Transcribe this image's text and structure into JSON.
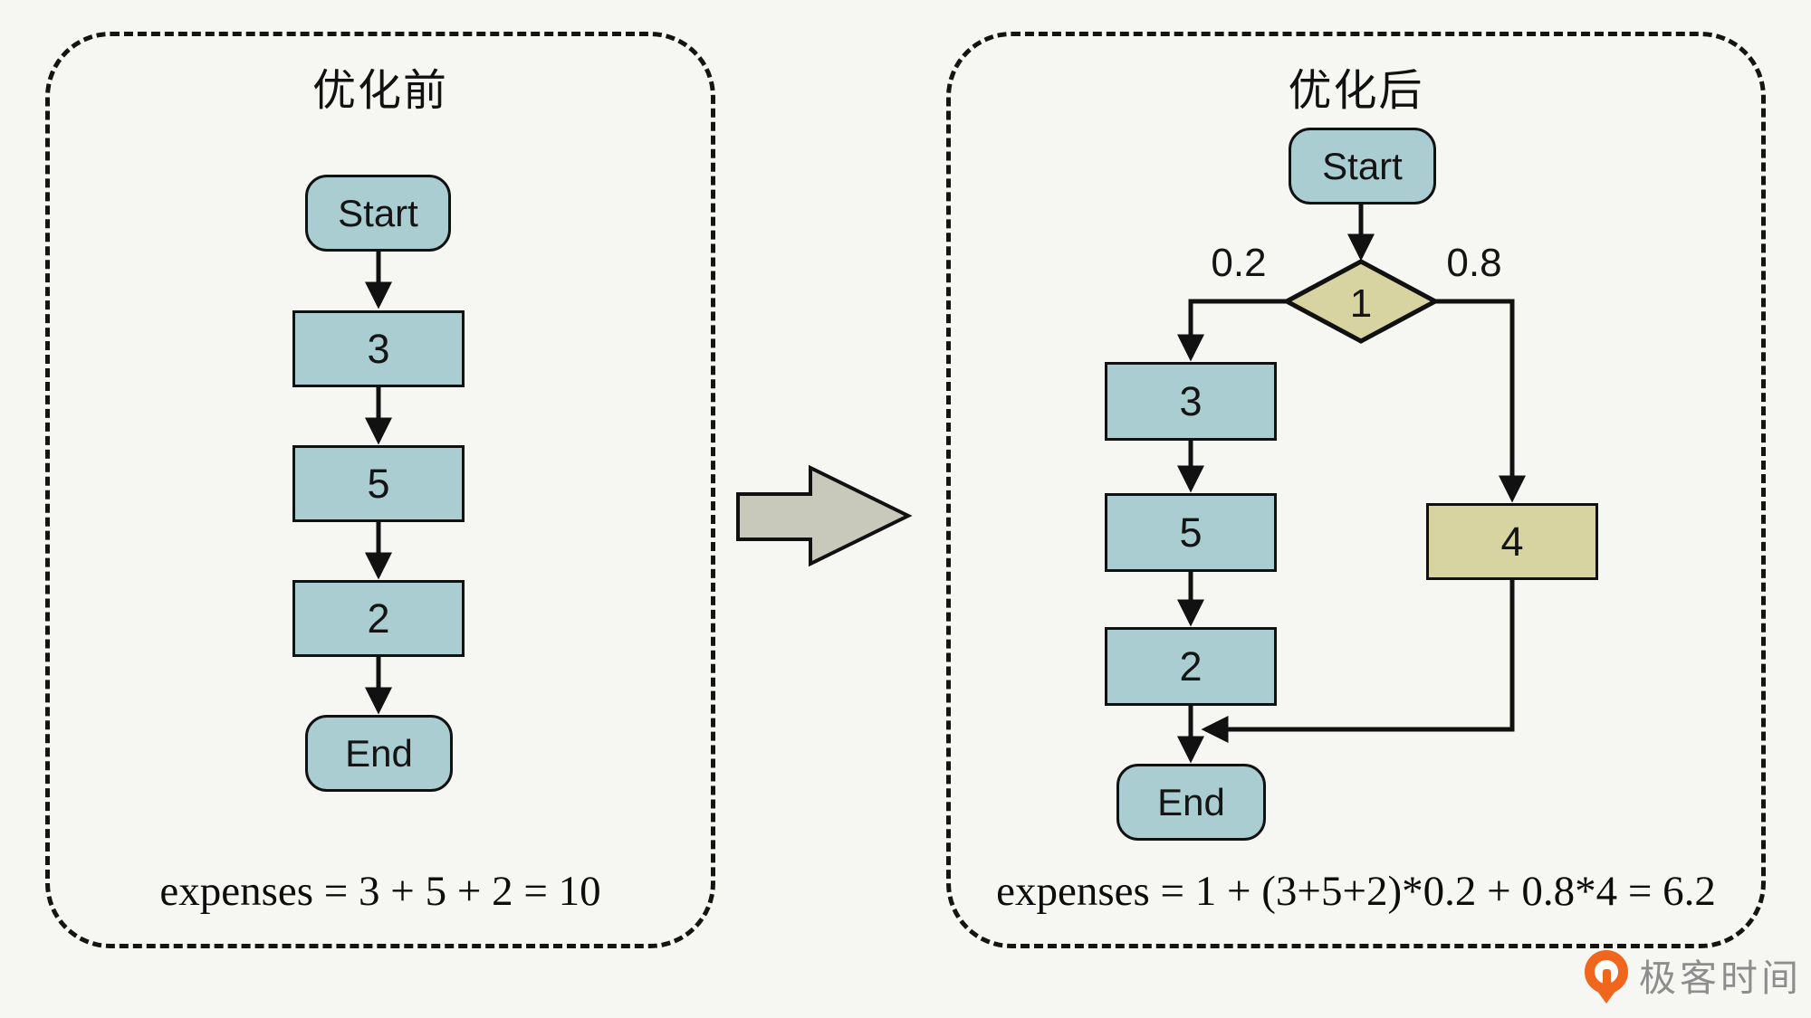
{
  "panels": {
    "before": {
      "title": "优化前",
      "nodes": {
        "start": "Start",
        "step1": "3",
        "step2": "5",
        "step3": "2",
        "end": "End"
      },
      "formula": "expenses = 3 + 5 + 2 = 10"
    },
    "after": {
      "title": "优化后",
      "nodes": {
        "start": "Start",
        "decision": "1",
        "step1": "3",
        "step2": "5",
        "step3": "2",
        "alt": "4",
        "end": "End"
      },
      "branches": {
        "left_probability": "0.2",
        "right_probability": "0.8"
      },
      "formula": "expenses = 1 + (3+5+2)*0.2 + 0.8*4 = 6.2"
    }
  },
  "brand": {
    "name": "极客时间"
  },
  "colors": {
    "background": "#f6f6f3",
    "process_node_fill": "#a9cdd0",
    "decision_node_fill": "#d7d4a1",
    "transform_arrow_fill": "#c9c9bb",
    "line_color": "#111111",
    "brand_orange": "#ef661c",
    "brand_text_gray": "#8d8d8d"
  }
}
